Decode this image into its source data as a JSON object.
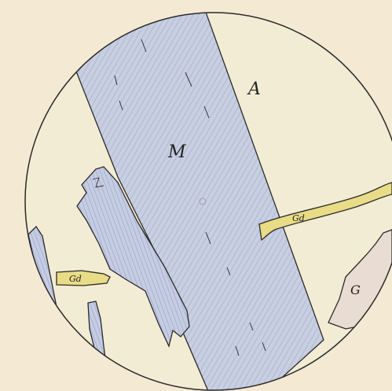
{
  "labels": {
    "a": "A",
    "m": "M",
    "gd_right": "Gd",
    "gd_left": "Gd",
    "g": "G"
  },
  "colors": {
    "paper": "#f4ead3",
    "field": "#f3ecd4",
    "crystal": "#c8cfe0",
    "crystal_dark": "#a9b4d2",
    "vein": "#e8dc86",
    "garnet": "#e9dcd2",
    "outline": "#2a2a2a"
  }
}
